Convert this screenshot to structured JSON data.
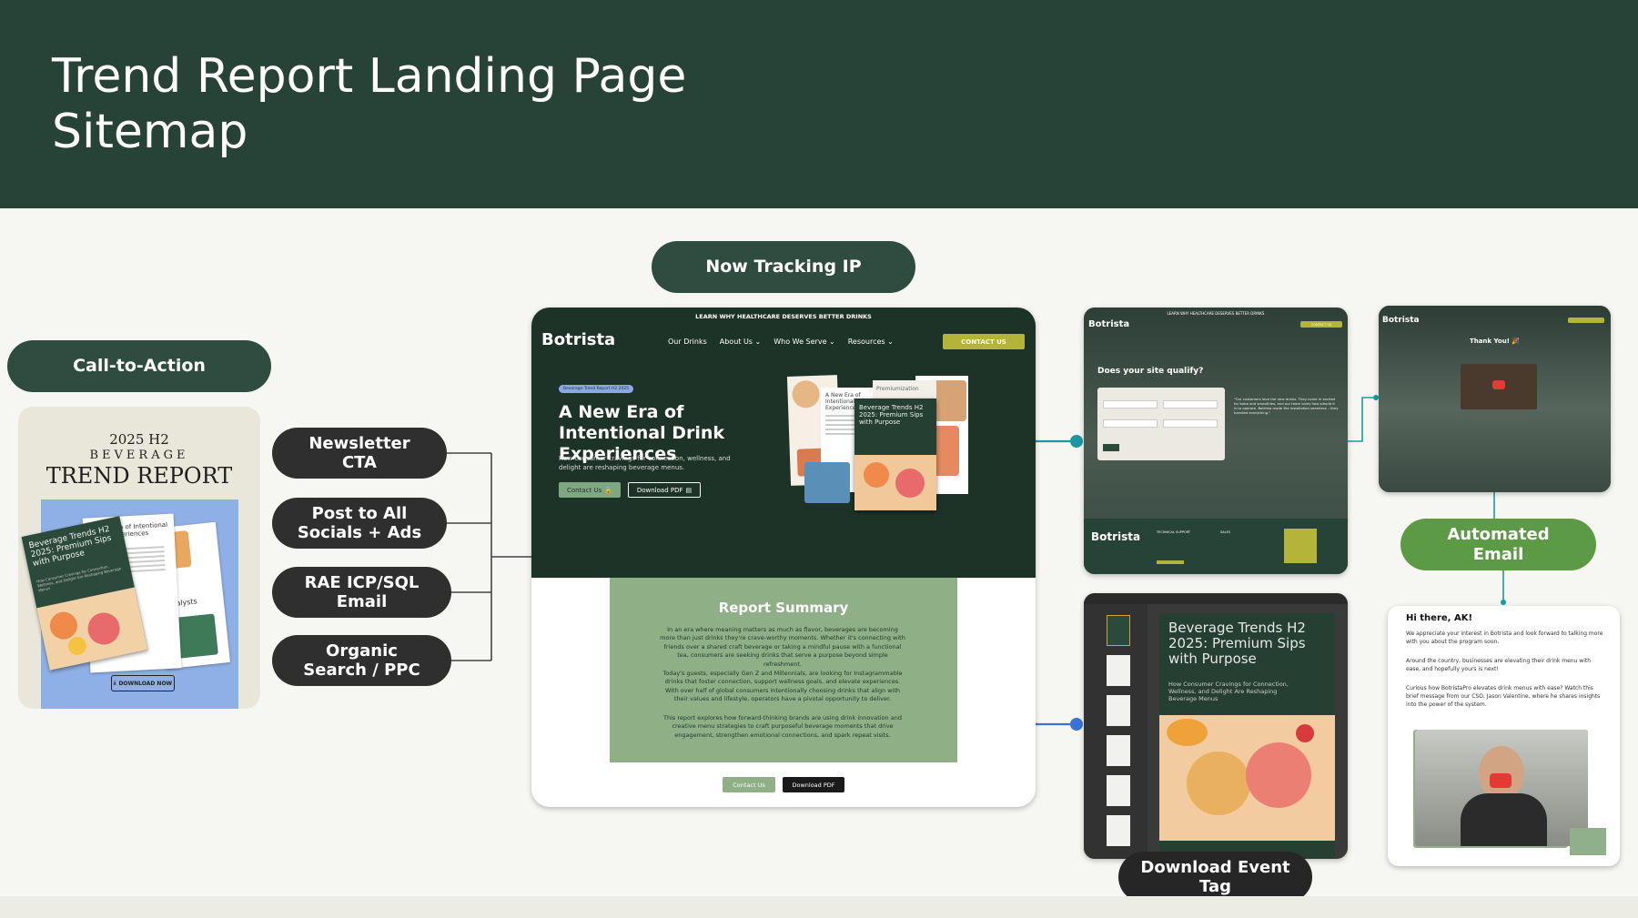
{
  "slide": {
    "title": "Trend Report Landing Page\nSitemap"
  },
  "labels": {
    "now_tracking": "Now Tracking IP",
    "cta": "Call-to-Action",
    "newsletter": "Newsletter\nCTA",
    "socials": "Post to All\nSocials + Ads",
    "rae": "RAE ICP/SQL\nEmail",
    "organic": "Organic\nSearch / PPC",
    "automated_email": "Automated\nEmail",
    "download_event": "Download Event\nTag"
  },
  "cover": {
    "year": "2025 H2",
    "beverage": "BEVERAGE",
    "trend": "TREND REPORT",
    "book_title": "Beverage Trends H2 2025: Premium Sips with Purpose",
    "book_sub": "How Consumer Cravings for Connection, Wellness, and Delight Are Reshaping Beverage Menus",
    "page_a": "A New Era of Intentional Drink Experiences",
    "page_b": "Catalysts",
    "download": "DOWNLOAD NOW"
  },
  "landing": {
    "banner": "LEARN WHY HEALTHCARE DESERVES BETTER DRINKS",
    "logo": "Botrista",
    "nav": [
      "Our Drinks",
      "About Us ⌄",
      "Who We Serve ⌄",
      "Resources ⌄"
    ],
    "contact": "CONTACT US",
    "tag": "Beverage Trend Report H2 2025",
    "hero_title": "A New Era of Intentional Drink Experiences",
    "hero_sub": "How consumer cravings for connection, wellness, and delight are reshaping beverage menus.",
    "contact_btn": "Contact Us",
    "download_btn": "Download PDF",
    "collage_a": "A New Era of Intentional Drink Experiences",
    "collage_b": "Beverage Trends H2 2025: Premium Sips with Purpose",
    "collage_c": "Premiumization",
    "summary_title": "Report Summary",
    "summary_p1": "In an era where meaning matters as much as flavor, beverages are becoming more than just drinks they're crave-worthy moments. Whether it's connecting with friends over a shared craft beverage or taking a mindful pause with a functional tea, consumers are seeking drinks that serve a purpose beyond simple refreshment.",
    "summary_p2": "Today's guests, especially Gen Z and Millennials, are looking for Instagrammable drinks that foster connection, support wellness goals, and elevate experiences. With over half of global consumers intentionally choosing drinks that align with their values and lifestyle, operators have a pivotal opportunity to deliver.",
    "summary_p3": "This report explores how forward-thinking brands are using drink innovation and creative menu strategies to craft purposeful beverage moments that drive engagement, strengthen emotional connections, and spark repeat visits.",
    "bottom_contact": "Contact Us",
    "bottom_download": "Download PDF"
  },
  "qualify": {
    "banner": "LEARN WHY HEALTHCARE DESERVES BETTER DRINKS",
    "logo": "Botrista",
    "contact": "CONTACT US",
    "heading": "Does your site qualify?",
    "quote": "\"Our customers love the new drinks. They come in excited for boba and smoothies, and our team loves how simple it is to operate. Botrista made the installation seamless – they handled everything.\"",
    "footer_logo": "Botrista",
    "tech": "TECHNICAL SUPPORT",
    "sales": "SALES"
  },
  "thanks": {
    "logo": "Botrista",
    "heading": "Thank You! 🎉"
  },
  "pdf": {
    "title": "Beverage Trends H2 2025: Premium Sips with Purpose",
    "sub": "How Consumer Cravings for Connection, Wellness, and Delight Are Reshaping Beverage Menus"
  },
  "email": {
    "greeting": "Hi there, AK!",
    "p1": "We appreciate your interest in Botrista and look forward to talking more with you about the program soon.",
    "p2": "Around the country, businesses are elevating their drink menu with ease, and hopefully yours is next!",
    "p3": "Curious how BotristaPro elevates drink menus with ease? Watch this brief message from our CSO, Jason Valentine, where he shares insights into the power of the system."
  },
  "colors": {
    "dark_green": "#274236",
    "accent_yellow": "#b5b43a",
    "light_green": "#5d9a45",
    "connector_teal": "#1a9aa0",
    "connector_blue": "#3a72d8"
  }
}
